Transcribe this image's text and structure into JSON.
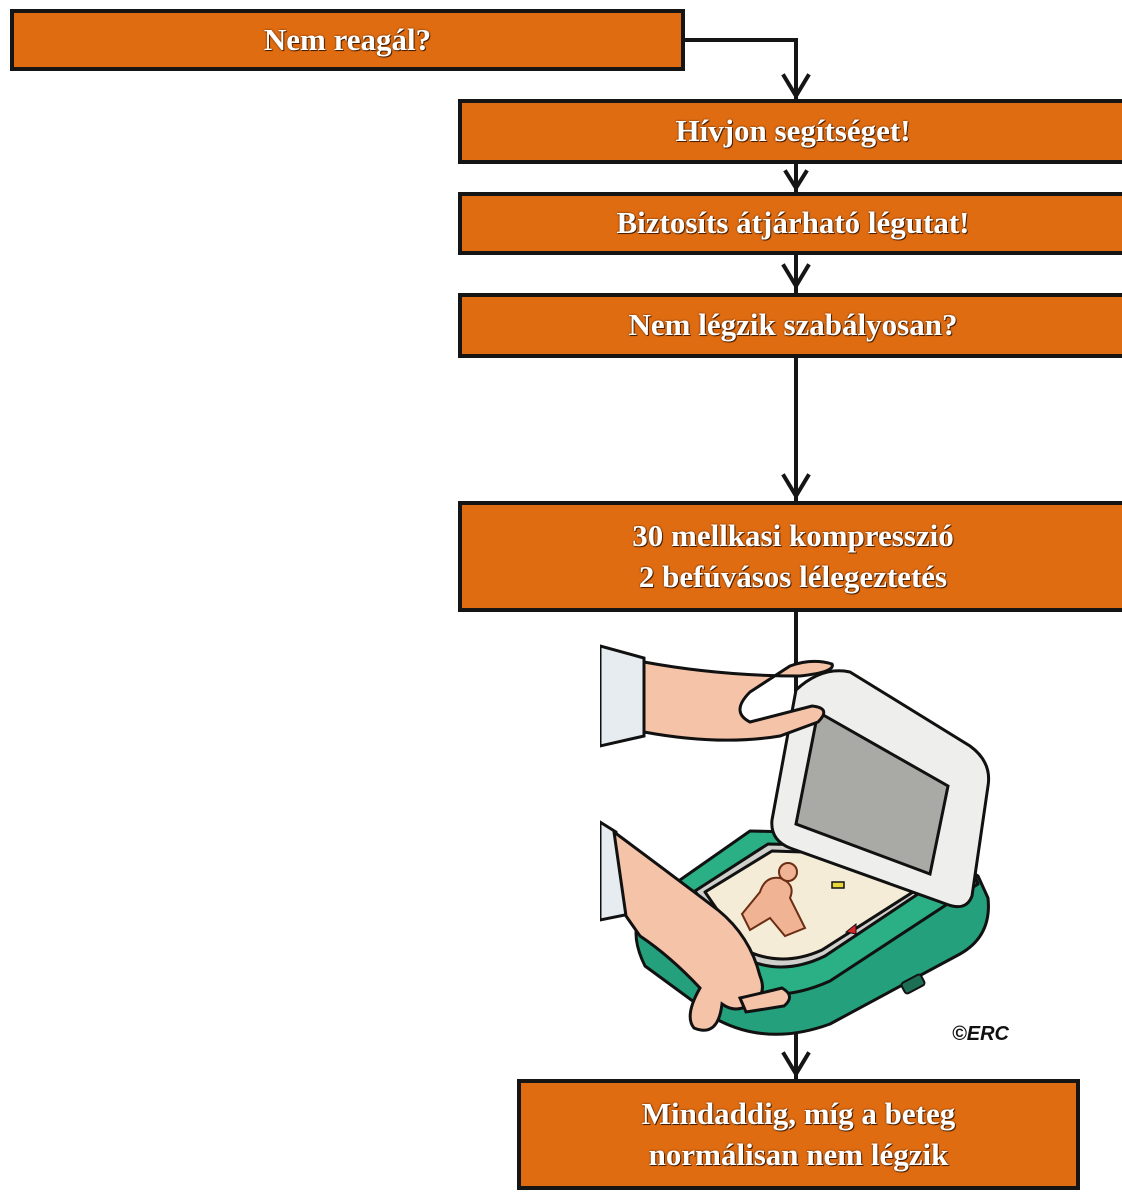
{
  "flow": {
    "step1": "Nem reagál?",
    "step2": "Hívjon segítséget!",
    "step3": "Biztosíts átjárható légutat!",
    "step4": "Nem légzik szabályosan?",
    "step5_line1": "30 mellkasi kompresszió",
    "step5_line2": "2 befúvásos lélegeztetés",
    "step6_line1": "Mindaddig, míg a beteg",
    "step6_line2": "normálisan nem légzik"
  },
  "illustration": {
    "subject": "aed-device-illustration",
    "credit": "©ERC"
  },
  "colors": {
    "box_fill": "#e06c12",
    "box_border": "#151515",
    "aed_green": "#24a07c",
    "aed_lid": "#eeeeec",
    "aed_screen": "#a9aaa5"
  }
}
